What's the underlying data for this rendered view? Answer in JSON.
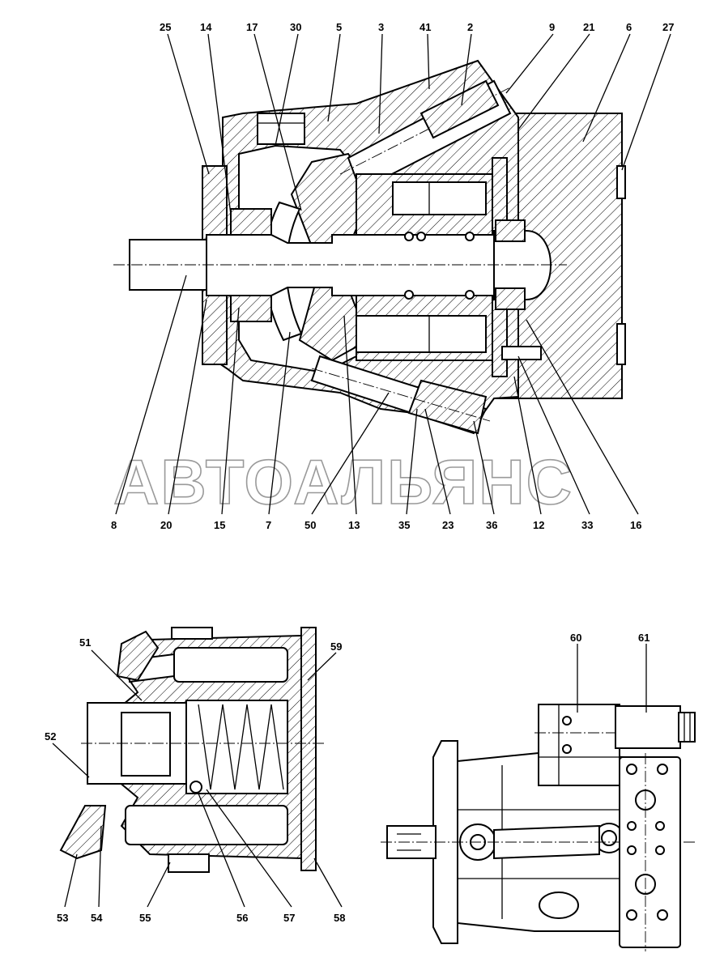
{
  "watermark": "АВТОАЛЬЯНС",
  "diagram": {
    "top_labels_upper": [
      "25",
      "14",
      "17",
      "30",
      "5",
      "3",
      "41",
      "2",
      "9",
      "21",
      "6",
      "27"
    ],
    "top_labels_lower": [
      "8",
      "20",
      "15",
      "7",
      "50",
      "13",
      "35",
      "23",
      "36",
      "12",
      "33",
      "16"
    ],
    "left_labels": [
      "51",
      "52",
      "53",
      "54",
      "55",
      "56",
      "57",
      "58",
      "59"
    ],
    "right_labels": [
      "60",
      "61"
    ]
  }
}
